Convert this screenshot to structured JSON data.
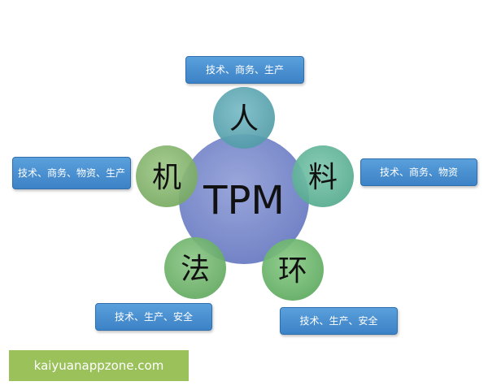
{
  "center": {
    "label": "TPM",
    "color": "#7f8fcf"
  },
  "nodes": [
    {
      "id": "ren",
      "label": "人",
      "color": "#5aa5b0",
      "box_text": "技术、商务、生产"
    },
    {
      "id": "ji",
      "label": "机",
      "color": "#84b56c",
      "box_text": "技术、商务、物资、生产"
    },
    {
      "id": "liao",
      "label": "料",
      "color": "#5fb59a",
      "box_text": "技术、商务、物资"
    },
    {
      "id": "fa",
      "label": "法",
      "color": "#6eb56a",
      "box_text": "技术、生产、安全"
    },
    {
      "id": "huan",
      "label": "环",
      "color": "#67b56a",
      "box_text": "技术、生产、安全"
    }
  ],
  "box_color": "#4a90d2",
  "watermark": {
    "text": "kaiyuanappzone.com",
    "color": "#9bc15a"
  }
}
